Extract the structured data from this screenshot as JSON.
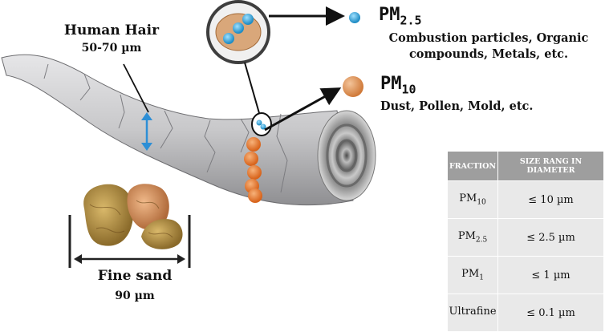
{
  "hair": {
    "label": "Human Hair",
    "size": "50-70  µm"
  },
  "sand": {
    "label": "Fine sand",
    "size": "90 µm"
  },
  "pm25": {
    "prefix": "PM",
    "subscript": "2.5",
    "description": "Combustion particles, Organic compounds, Metals, etc."
  },
  "pm10": {
    "prefix": "PM",
    "subscript": "10",
    "description": "Dust, Pollen, Mold, etc."
  },
  "table": {
    "headers": [
      "FRACTION",
      "SIZE RANG IN DIAMETER"
    ],
    "rows": [
      {
        "fraction": "PM",
        "sub": "10",
        "size": "≤ 10 µm"
      },
      {
        "fraction": "PM",
        "sub": "2.5",
        "size": "≤ 2.5 µm"
      },
      {
        "fraction": "PM",
        "sub": "1",
        "size": "≤ 1 µm"
      },
      {
        "fraction": "Ultrafine",
        "sub": "",
        "size": "≤ 0.1 µm"
      }
    ]
  },
  "colors": {
    "pm25_particle": "#3fa7d6",
    "pm10_particle": "#e07b2a",
    "hair": "#c9c9cb",
    "table_header": "#9e9e9e",
    "table_cell": "#e9e9e9"
  }
}
